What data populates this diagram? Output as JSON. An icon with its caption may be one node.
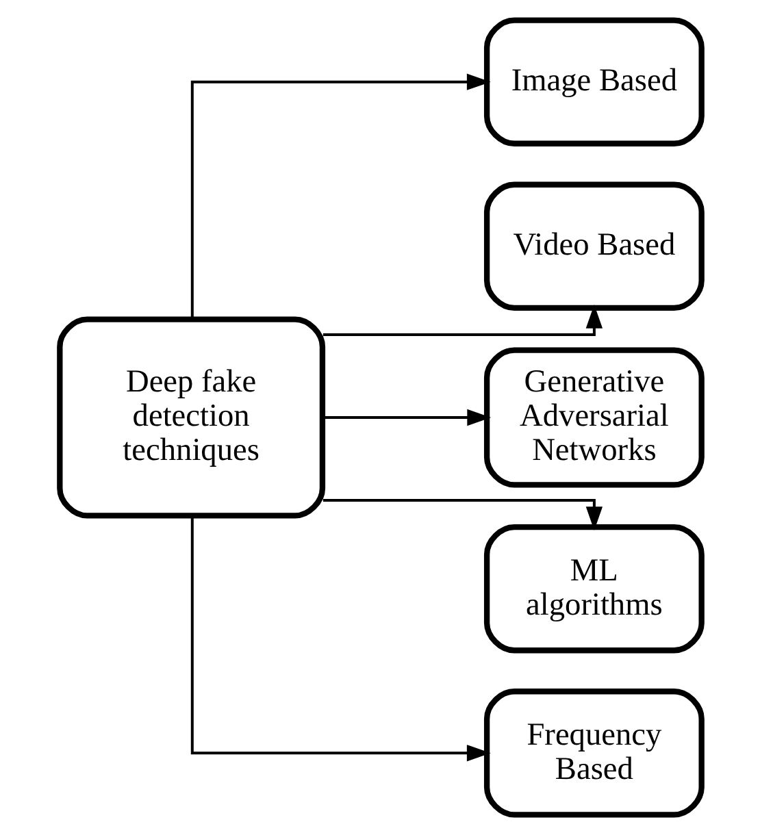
{
  "diagram": {
    "nodes": [
      {
        "text": [
          "Deep fake detection techniques"
        ]
      },
      {
        "text": [
          "Image Based"
        ]
      },
      {
        "text": [
          "Video Based"
        ]
      },
      {
        "text": [
          "Generative Adversarial Networks"
        ]
      },
      {
        "text": [
          "ML algorithms"
        ]
      },
      {
        "text": [
          "Frequency Based"
        ]
      }
    ],
    "edges": [
      {
        "from": 0,
        "to": 1,
        "arrow": "to"
      },
      {
        "from": 0,
        "to": 2,
        "arrow": "to"
      },
      {
        "from": 0,
        "to": 3,
        "arrow": "to"
      },
      {
        "from": 0,
        "to": 4,
        "arrow": "to"
      },
      {
        "from": 0,
        "to": 5,
        "arrow": "to"
      }
    ]
  }
}
